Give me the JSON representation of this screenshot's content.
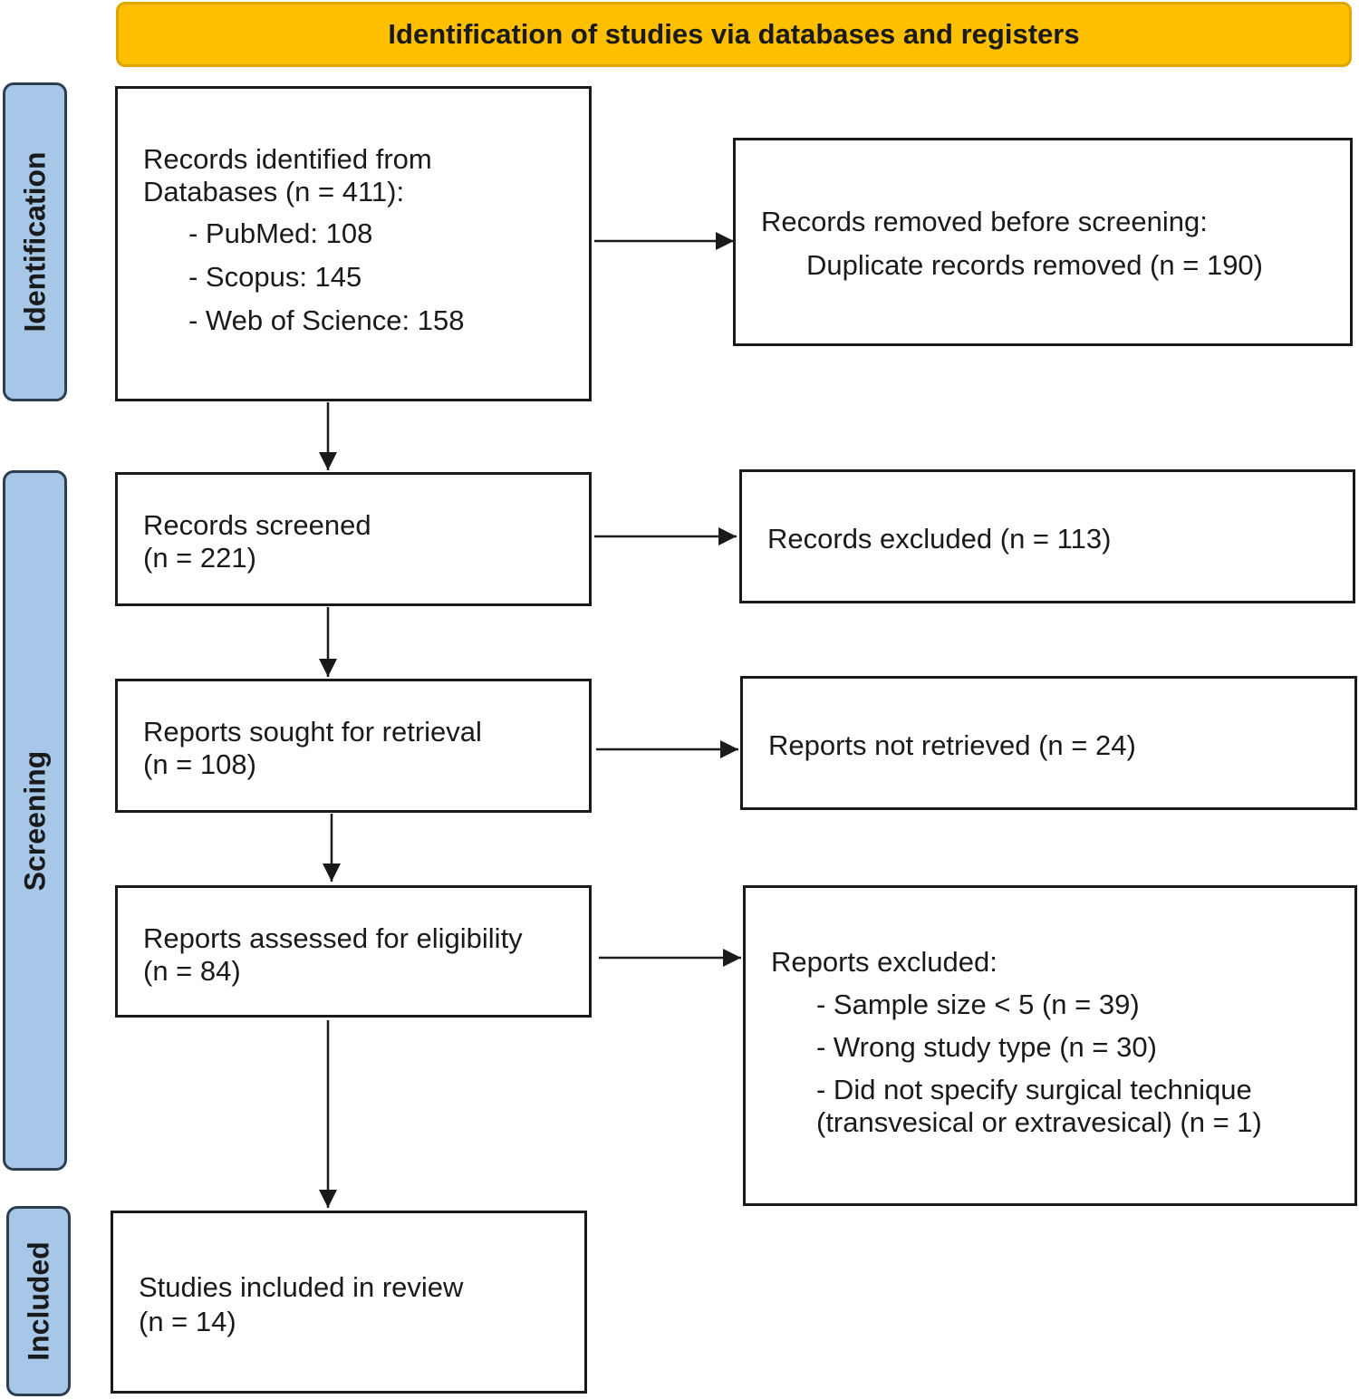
{
  "header": {
    "title": "Identification of studies via databases and registers"
  },
  "phases": {
    "identification": "Identification",
    "screening": "Screening",
    "included": "Included"
  },
  "boxes": {
    "records_identified": {
      "line1": "Records identified from",
      "line2": "Databases (n = 411):",
      "items": [
        "- PubMed: 108",
        "- Scopus: 145",
        "- Web of Science: 158"
      ]
    },
    "records_removed": {
      "line1": "Records removed before screening:",
      "line2": "Duplicate records removed (n = 190)"
    },
    "records_screened": {
      "line1": "Records screened",
      "line2": "(n = 221)"
    },
    "records_excluded": {
      "line1": "Records excluded (n = 113)"
    },
    "reports_sought": {
      "line1": "Reports sought for retrieval",
      "line2": "(n = 108)"
    },
    "reports_not_retrieved": {
      "line1": "Reports not retrieved (n = 24)"
    },
    "reports_assessed": {
      "line1": "Reports assessed for eligibility",
      "line2": "(n = 84)"
    },
    "reports_excluded": {
      "line1": "Reports excluded:",
      "items": [
        "- Sample size < 5 (n = 39)",
        "- Wrong study type (n = 30)",
        "- Did not specify surgical technique",
        "(transvesical or extravesical) (n = 1)"
      ]
    },
    "studies_included": {
      "line1": "Studies included in review",
      "line2": "(n = 14)"
    }
  },
  "colors": {
    "header_fill": "#fdbf00",
    "phase_fill": "#a6c7e8",
    "stroke": "#1a1a1a"
  }
}
